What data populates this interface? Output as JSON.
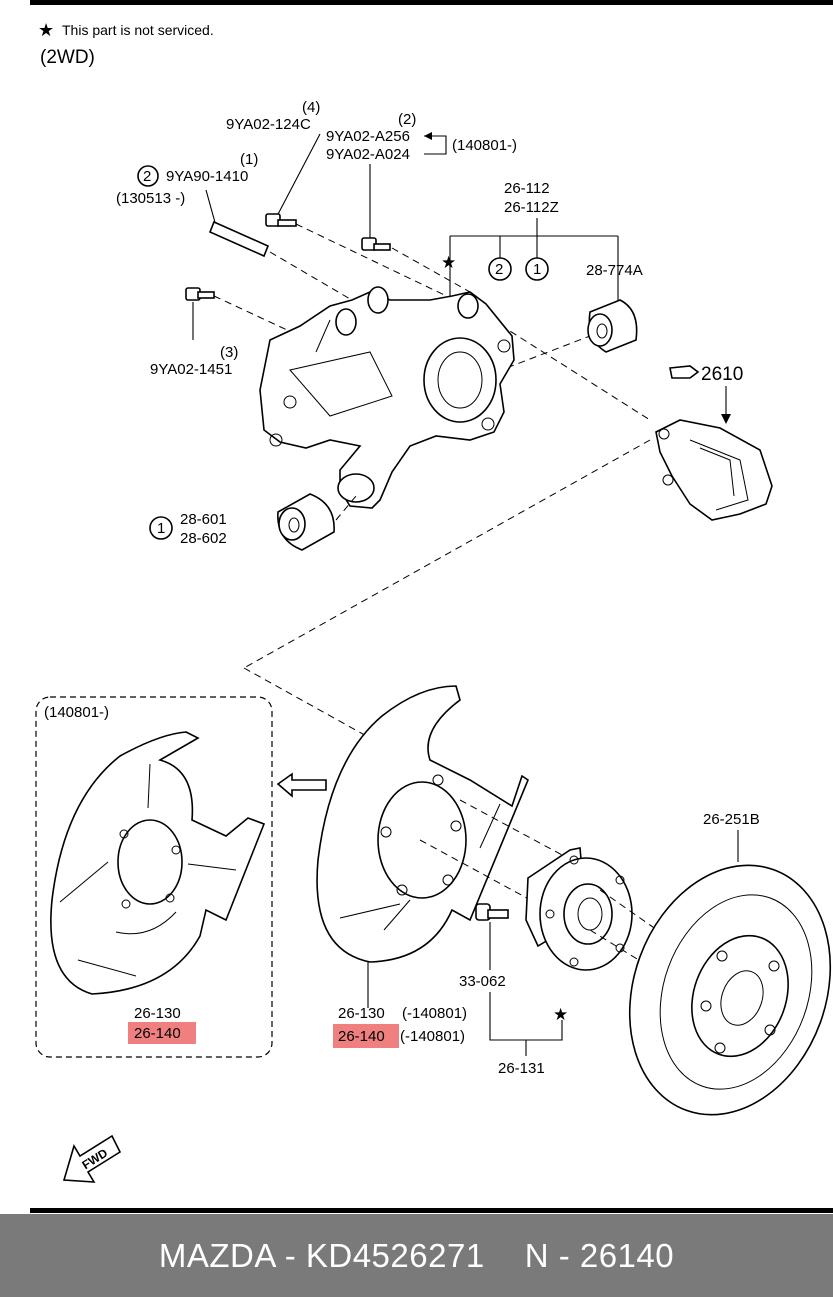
{
  "header": {
    "star_note": "This part is not serviced.",
    "variant": "(2WD)"
  },
  "labels": {
    "bolt_124c_qty": "(4)",
    "bolt_124c": "9YA02-124C",
    "bolt_a256_qty": "(2)",
    "bolt_a256": "9YA02-A256",
    "bolt_a024": "9YA02-A024",
    "bolt_a_date": "(140801-)",
    "bolt_1410_qty": "(1)",
    "bolt_1410_circle": "2",
    "bolt_1410": "9YA90-1410",
    "bolt_1410_date": "(130513 -)",
    "knuckle_1": "26-112",
    "knuckle_2": "26-112Z",
    "callout_2": "2",
    "callout_1": "1",
    "bush_upper": "28-774A",
    "caliper": "2610",
    "bolt_1451_qty": "(3)",
    "bolt_1451": "9YA02-1451",
    "bush_lower_circle": "1",
    "bush_lower_1": "28-601",
    "bush_lower_2": "28-602",
    "inset_date": "(140801-)",
    "inset_plate_1": "26-130",
    "inset_plate_2": "26-140",
    "plate_1": "26-130",
    "plate_1_date": "(-140801)",
    "plate_2": "26-140",
    "plate_2_date": "(-140801)",
    "stud": "33-062",
    "hub": "26-131",
    "disc": "26-251B",
    "fwd": "FWD"
  },
  "footer": {
    "brand": "MAZDA - KD4526271",
    "part": "N - 26140"
  },
  "colors": {
    "highlight": "#f08080",
    "footer_bg": "#7a7a7a",
    "ink": "#000000"
  }
}
